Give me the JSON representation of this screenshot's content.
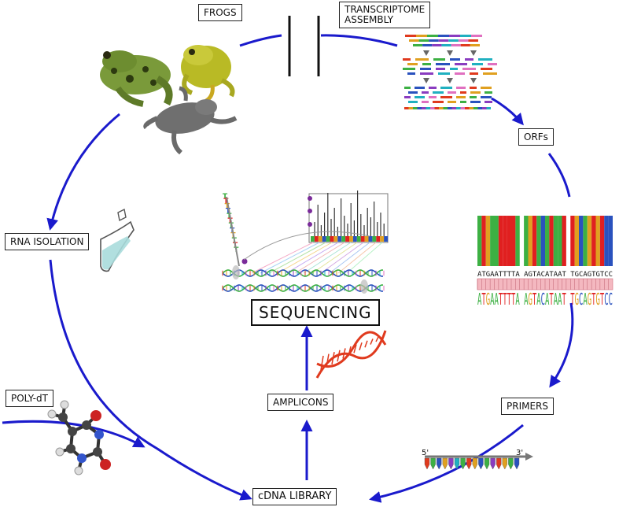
{
  "labels": {
    "frogs": "FROGS",
    "transcriptome_line1": "TRANSCRIPTOME",
    "transcriptome_line2": "ASSEMBLY",
    "orfs": "ORFs",
    "rna_isolation": "RNA ISOLATION",
    "poly_dt": "POLY-dT",
    "primers": "PRIMERS",
    "amplicons": "AMPLICONS",
    "cdna_library": "cDNA LIBRARY",
    "sequencing": "SEQUENCING"
  },
  "alignment": {
    "consensus": "ATGAATTTTA AGTACATAAT TGCAGTGTCC",
    "logo": "ATGAATTTTA AGTACATAAT TGCAGTGTCC"
  },
  "primer": {
    "five_prime": "5'",
    "three_prime": "3'"
  },
  "colors": {
    "arrow": "#1a1acc",
    "nuc_A": "#3cb043",
    "nuc_T": "#e02020",
    "nuc_G": "#e0a020",
    "nuc_C": "#2a52be",
    "dna_red": "#e03a1e"
  },
  "icons": [
    "frog-images",
    "tube-icon",
    "molecule-icon",
    "dna-helix-icon"
  ]
}
